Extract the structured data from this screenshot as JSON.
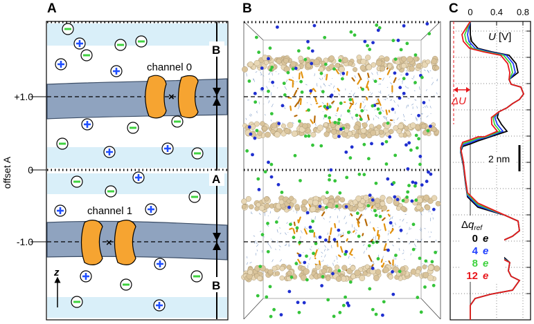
{
  "panels": {
    "a": {
      "letter": "A",
      "axis_label": "offset A",
      "ticks": [
        "+1.0",
        "0",
        "-1.0"
      ],
      "channel0_label": "channel 0",
      "channel1_label": "channel 1",
      "arrow_label_top": "B",
      "arrow_label_mid": "A",
      "arrow_label_bottom": "B",
      "z_axis_label": "z"
    },
    "b": {
      "letter": "B"
    },
    "c": {
      "letter": "C",
      "x_ticks": [
        "0",
        "0.4",
        "0.8"
      ],
      "x_label": "U [V]",
      "delta_label": "ΔU",
      "scale_label": "2 nm",
      "legend_title": "Δq_ref",
      "legend": [
        {
          "value": "0",
          "unit": "e",
          "color": "#000000"
        },
        {
          "value": "4",
          "unit": "e",
          "color": "#1f3fff"
        },
        {
          "value": "8",
          "unit": "e",
          "color": "#3ed23e"
        },
        {
          "value": "12",
          "unit": "e",
          "color": "#e8161b"
        }
      ]
    }
  },
  "colors": {
    "membrane": "#8fa3bf",
    "channel": "#f6a431",
    "water_band": "#d8eef8",
    "cation": "#1f4fff",
    "anion": "#3fd23f"
  }
}
